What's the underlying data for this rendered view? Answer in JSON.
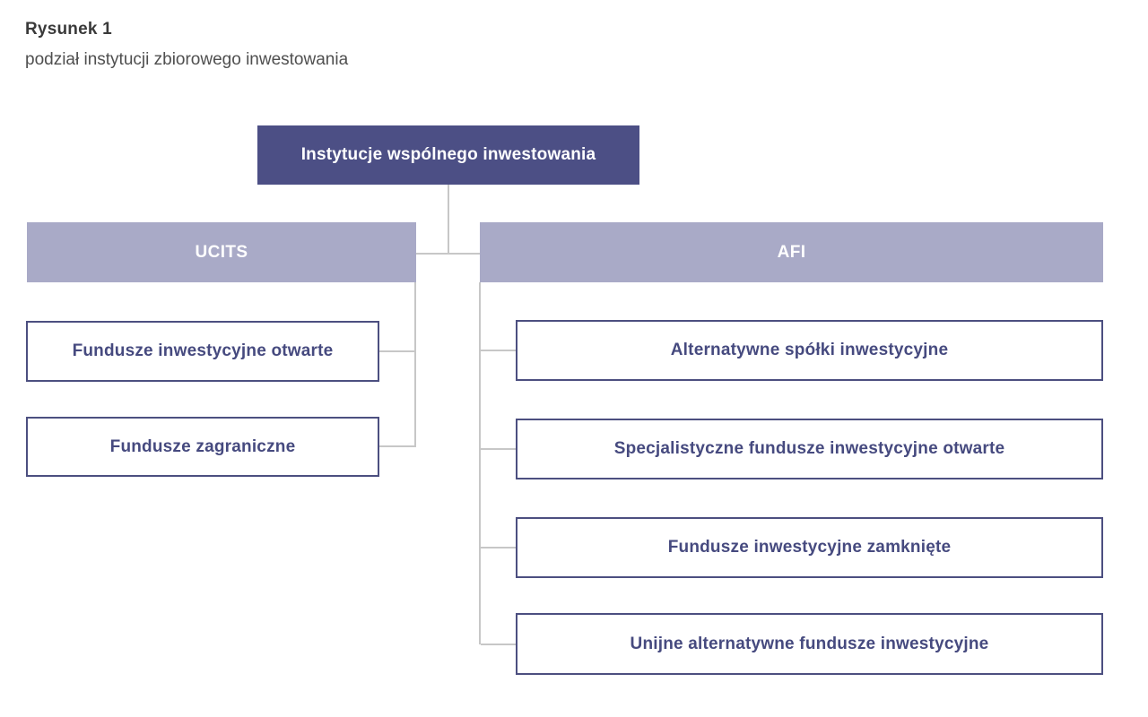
{
  "figure": {
    "label": "Rysunek 1",
    "caption": "podział instytucji zbiorowego inwestowania"
  },
  "diagram": {
    "type": "hierarchy",
    "root": {
      "label": "Instytucje wspólnego inwestowania"
    },
    "ucits": {
      "label": "UCITS",
      "children": [
        "Fundusze inwestycyjne otwarte",
        "Fundusze zagraniczne"
      ]
    },
    "afi": {
      "label": "AFI",
      "children": [
        "Alternatywne spółki inwestycyjne",
        "Specjalistyczne fundusze inwestycyjne otwarte",
        "Fundusze inwestycyjne zamknięte",
        "Unijne alternatywne fundusze inwestycyjne"
      ]
    },
    "colors": {
      "root_bg": "#4c4f85",
      "branch_bg": "#a9aac7",
      "box_border": "#4c4f80",
      "box_text": "#464a7f",
      "connector": "#c7c7c7"
    }
  }
}
